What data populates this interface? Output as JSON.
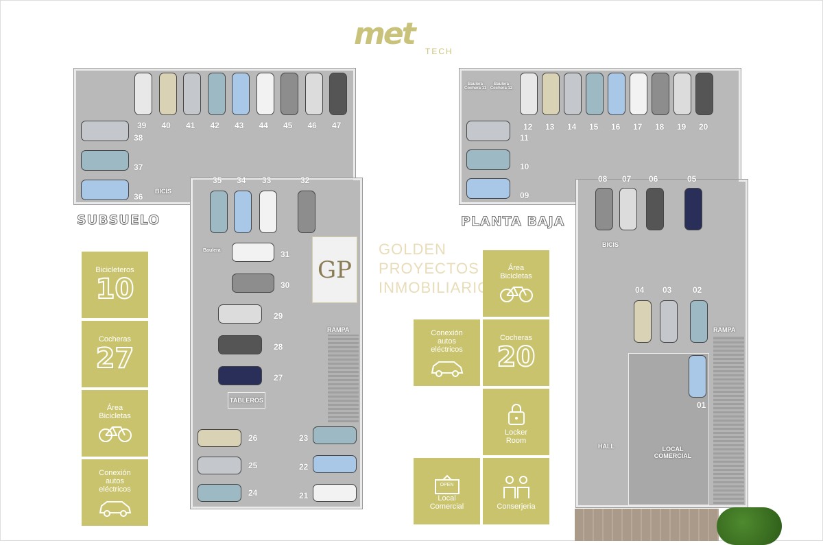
{
  "brand": {
    "main": "met",
    "sub": "TECH"
  },
  "watermark": {
    "mark": "GP",
    "text_line1": "GOLDEN",
    "text_line2": "PROYECTOS",
    "text_line3": "INMOBILIARIOS"
  },
  "left_plan": {
    "title": "SUBSUELO",
    "labels": {
      "bicis": "BICIS",
      "tableros": "TABLEROS",
      "rampa": "RAMPA",
      "baulera": "Baulera"
    },
    "spots_top": [
      "39",
      "40",
      "41",
      "42",
      "43",
      "44",
      "45",
      "46",
      "47"
    ],
    "spots_left": [
      "38",
      "37",
      "36"
    ],
    "spots_mid": [
      "35",
      "34",
      "33",
      "32"
    ],
    "spots_col": [
      "31",
      "30",
      "29",
      "28",
      "27"
    ],
    "spots_bottom_left": [
      "26",
      "25",
      "24"
    ],
    "spots_bottom_right": [
      "23",
      "22",
      "21"
    ]
  },
  "right_plan": {
    "title": "PLANTA BAJA",
    "labels": {
      "baulera11": "Baulera Cochera 11",
      "baulera12": "Baulera Cochera 12",
      "bicis": "BICIS",
      "rampa": "RAMPA",
      "hall": "HALL",
      "local": "LOCAL COMERCIAL"
    },
    "spots_top": [
      "12",
      "13",
      "14",
      "15",
      "16",
      "17",
      "18",
      "19",
      "20"
    ],
    "spots_left": [
      "11",
      "10",
      "09"
    ],
    "spots_mid": [
      "08",
      "07",
      "06",
      "05"
    ],
    "spots_low": [
      "04",
      "03",
      "02",
      "01"
    ]
  },
  "left_cards": [
    {
      "title": "Bicicleteros",
      "number": "10"
    },
    {
      "title": "Cocheras",
      "number": "27"
    },
    {
      "title": "Área Bicicletas",
      "icon": "bicycle-icon"
    },
    {
      "title": "Conexión autos eléctricos",
      "icon": "electric-car-icon"
    }
  ],
  "right_cards": [
    {
      "title": "Área Bicicletas",
      "icon": "bicycle-icon"
    },
    {
      "title": "Conexión autos eléctricos",
      "icon": "electric-car-icon"
    },
    {
      "title": "Cocheras",
      "number": "20"
    },
    {
      "title": "Locker Room",
      "icon": "lock-icon"
    },
    {
      "title": "Local Comercial",
      "icon": "open-sign-icon",
      "sign": "OPEN"
    },
    {
      "title": "Conserjeria",
      "icon": "people-icon"
    }
  ],
  "colors": {
    "accent": "#c9c36d",
    "floor": "#b9b9b9"
  }
}
